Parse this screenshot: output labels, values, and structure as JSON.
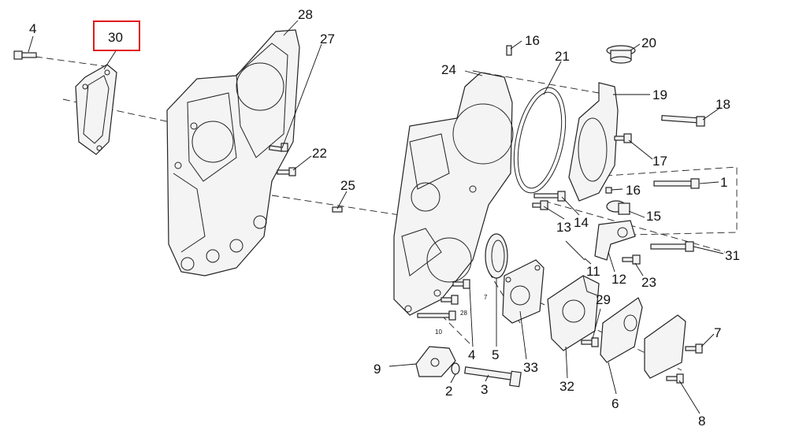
{
  "callouts": [
    {
      "id": "c4a",
      "text": "4"
    },
    {
      "id": "c30",
      "text": "30"
    },
    {
      "id": "c28",
      "text": "28"
    },
    {
      "id": "c27",
      "text": "27"
    },
    {
      "id": "c22",
      "text": "22"
    },
    {
      "id": "c25",
      "text": "25"
    },
    {
      "id": "c16a",
      "text": "16"
    },
    {
      "id": "c24",
      "text": "24"
    },
    {
      "id": "c21",
      "text": "21"
    },
    {
      "id": "c20",
      "text": "20"
    },
    {
      "id": "c19",
      "text": "19"
    },
    {
      "id": "c18",
      "text": "18"
    },
    {
      "id": "c17",
      "text": "17"
    },
    {
      "id": "c1",
      "text": "1"
    },
    {
      "id": "c16b",
      "text": "16"
    },
    {
      "id": "c15",
      "text": "15"
    },
    {
      "id": "c14",
      "text": "14"
    },
    {
      "id": "c13",
      "text": "13"
    },
    {
      "id": "c11",
      "text": "11"
    },
    {
      "id": "c12",
      "text": "12"
    },
    {
      "id": "c23",
      "text": "23"
    },
    {
      "id": "c31",
      "text": "31"
    },
    {
      "id": "c29",
      "text": "29"
    },
    {
      "id": "c7",
      "text": "7"
    },
    {
      "id": "c9",
      "text": "9"
    },
    {
      "id": "c2",
      "text": "2"
    },
    {
      "id": "c3",
      "text": "3"
    },
    {
      "id": "c4b",
      "text": "4"
    },
    {
      "id": "c5",
      "text": "5"
    },
    {
      "id": "c33",
      "text": "33"
    },
    {
      "id": "c32",
      "text": "32"
    },
    {
      "id": "c6",
      "text": "6"
    },
    {
      "id": "c8",
      "text": "8"
    }
  ],
  "small_marks": {
    "m28": "28",
    "m10": "10",
    "m7": "7"
  },
  "highlight": {
    "callout": "30",
    "color": "#e0191d"
  }
}
